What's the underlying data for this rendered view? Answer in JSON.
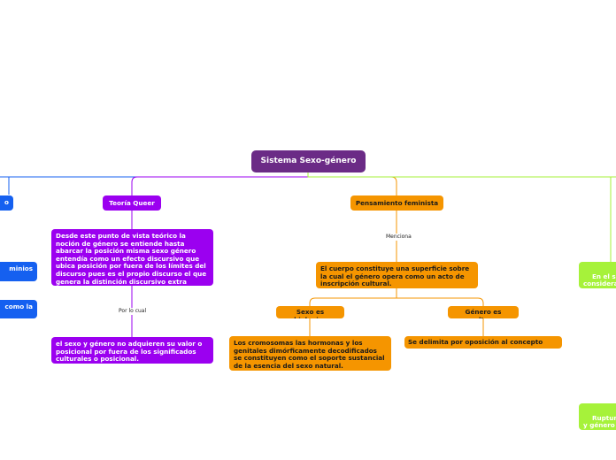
{
  "colors": {
    "root": "#6b2b86",
    "purple": "#9b00f0",
    "orange": "#f59500",
    "blue": "#1560f0",
    "lime": "#a6f23a"
  },
  "root": {
    "title": "Sistema Sexo-género"
  },
  "queer": {
    "title": "Teoría Queer",
    "description": "Desde este punto de vista teórico la noción de género se entiende hasta abarcar la posición misma sexo género entendía como un efecto discursivo que ubica posición por fuera de los límites del discurso pues es el propio discurso el que genera la distinción discursivo extra discursivo.",
    "connector": "Por lo cual",
    "conclusion": "el sexo y género no adquieren su valor o posicional por fuera de los significados culturales o posicional."
  },
  "feminist": {
    "title": "Pensamiento feminista",
    "connector": "Menciona",
    "body_surface": "El cuerpo constituye una superficie sobre la cual el género opera como un acto de inscripción cultural.",
    "sex_biological": {
      "title": "Sexo es biologico",
      "detail": "Los cromosomas las hormonas y los genitales dimórficamente decodificados se constituyen como el soporte sustancial de la esencia del sexo natural."
    },
    "gender_culture": {
      "title": "Género es cultura",
      "detail": "Se delimita por oposición al concepto sexo"
    }
  },
  "left_edge": {
    "top": "o",
    "middle": "minios",
    "bottom": "como la"
  },
  "right_edge": {
    "top": "En el siglo\nconsidera\nbásicame",
    "bottom": "Ruptura d\ny género\nsolo uno."
  }
}
